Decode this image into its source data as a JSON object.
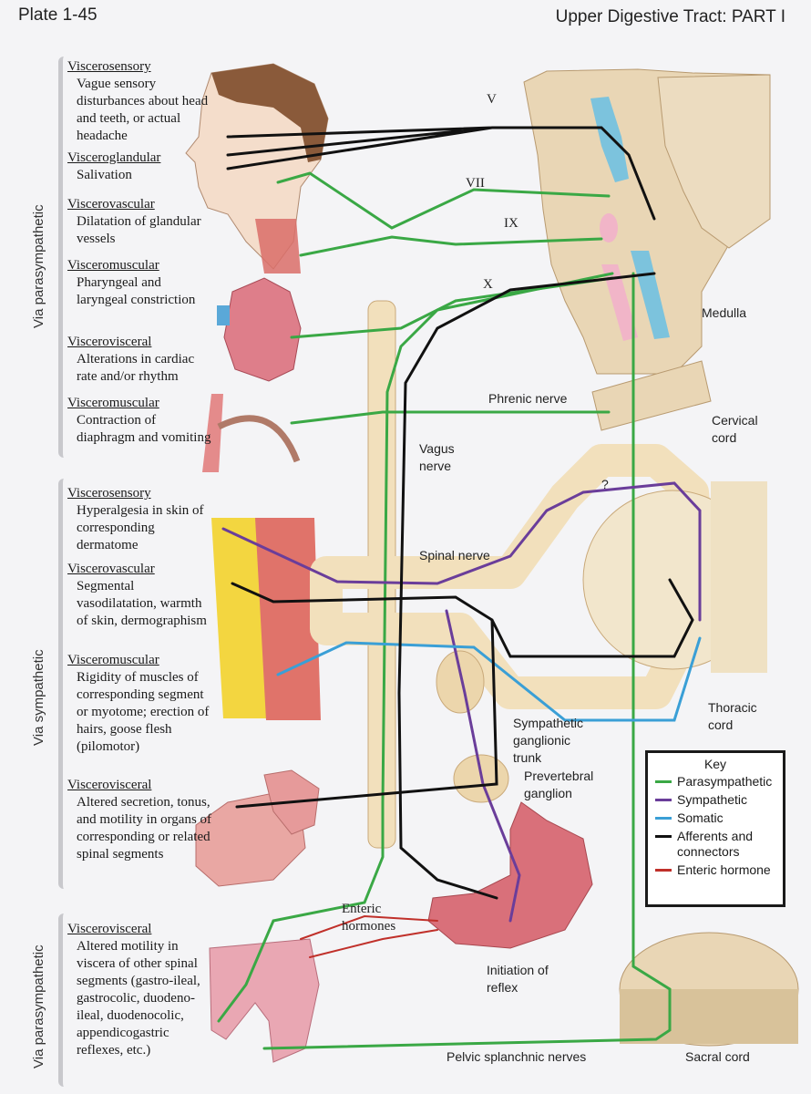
{
  "header": {
    "plate": "Plate 1-45",
    "title": "Upper Digestive Tract: PART I"
  },
  "groups": [
    {
      "label": "Via parasympathetic"
    },
    {
      "label": "Via sympathetic"
    },
    {
      "label": "Via parasympathetic"
    }
  ],
  "effects": [
    {
      "heading": "Viscerosensory",
      "text": "Vague sensory disturbances about head and teeth, or actual headache"
    },
    {
      "heading": "Visceroglandular",
      "text": "Salivation"
    },
    {
      "heading": "Viscerovascular",
      "text": "Dilatation of glandular vessels"
    },
    {
      "heading": "Visceromuscular",
      "text": "Pharyngeal and laryngeal constriction"
    },
    {
      "heading": "Viscerovisceral",
      "text": "Alterations in cardiac rate and/or rhythm"
    },
    {
      "heading": "Visceromuscular",
      "text": "Contraction of diaphragm and vomiting"
    },
    {
      "heading": "Viscerosensory",
      "text": "Hyperalgesia in skin of corresponding dermatome"
    },
    {
      "heading": "Viscerovascular",
      "text": "Segmental vasodilatation, warmth of skin, dermographism"
    },
    {
      "heading": "Visceromuscular",
      "text": "Rigidity of muscles of corresponding segment or myotome; erection of hairs, goose flesh (pilomotor)"
    },
    {
      "heading": "Viscerovisceral",
      "text": "Altered secretion, tonus, and motility in organs of corresponding or related spinal segments"
    },
    {
      "heading": "Viscerovisceral",
      "text": "Altered motility in viscera of other spinal segments (gastro-ileal, gastrocolic, duodeno-ileal, duodenocolic, appendicogastric reflexes, etc.)"
    }
  ],
  "labels": {
    "cn_v": "V",
    "cn_vii": "VII",
    "cn_ix": "IX",
    "cn_x": "X",
    "medulla": "Medulla",
    "phrenic": "Phrenic nerve",
    "cervical": "Cervical cord",
    "vagus": "Vagus nerve",
    "spinal_nerve": "Spinal nerve",
    "thoracic": "Thoracic cord",
    "symp_trunk": "Sympathetic ganglionic trunk",
    "prevertebral": "Prevertebral ganglion",
    "enteric": "Enteric hormones",
    "initiation": "Initiation of reflex",
    "pelvic": "Pelvic splanchnic nerves",
    "sacral": "Sacral cord",
    "question": "?"
  },
  "key": {
    "title": "Key",
    "items": [
      {
        "label": "Parasympathetic",
        "color": "#3aa845"
      },
      {
        "label": "Sympathetic",
        "color": "#6a3d9a"
      },
      {
        "label": "Somatic",
        "color": "#3a9fd6"
      },
      {
        "label": "Afferents and connectors",
        "color": "#111111"
      },
      {
        "label": "Enteric hormone",
        "color": "#c0302a"
      }
    ]
  }
}
